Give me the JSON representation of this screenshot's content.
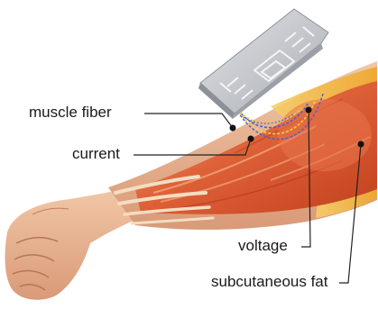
{
  "labels": {
    "muscle_fiber": "muscle fiber",
    "current": "current",
    "voltage": "voltage",
    "subcutaneous_fat": "subcutaneous fat"
  },
  "colors": {
    "background": "#ffffff",
    "skin": "#e9b48f",
    "muscle": "#d9572f",
    "muscle_light": "#ee8c5e",
    "tendon": "#f3dcc0",
    "fat": "#f2b544",
    "device": "#c9ccd0",
    "electrode_pattern": "#f4f5f6",
    "current_lines_blue": "#4a5fd0",
    "current_lines_yellow": "#f2d23c",
    "leader": "#222222",
    "marker": "#111111"
  },
  "icons": [
    "emg-sensor-device-illustration",
    "forearm-anatomy-illustration"
  ]
}
